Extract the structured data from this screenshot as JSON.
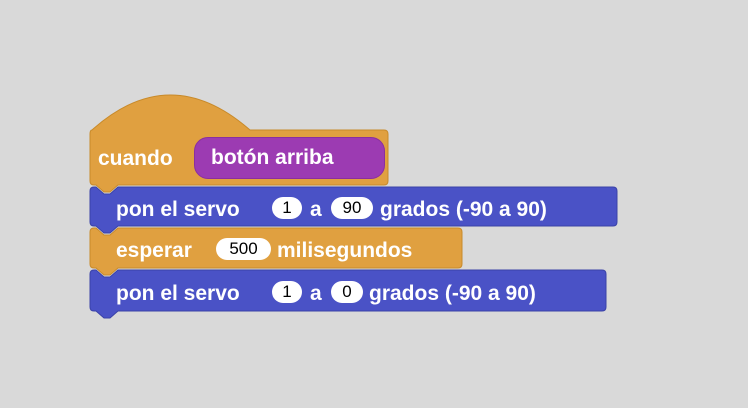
{
  "colors": {
    "background": "#d9d9d9",
    "event": "#e0a040",
    "action": "#4a52c6",
    "dropdown": "#9c3bb2",
    "text": "#ffffff"
  },
  "hat_block": {
    "label": "cuando",
    "dropdown_value": "botón arriba"
  },
  "servo_block_1": {
    "prefix": "pon el servo",
    "servo": "1",
    "middle": "a",
    "angle": "90",
    "suffix": "grados (-90 a 90)"
  },
  "wait_block": {
    "prefix": "esperar",
    "value": "500",
    "suffix": "milisegundos"
  },
  "servo_block_2": {
    "prefix": "pon el servo",
    "servo": "1",
    "middle": "a",
    "angle": "0",
    "suffix": "grados (-90 a 90)"
  }
}
